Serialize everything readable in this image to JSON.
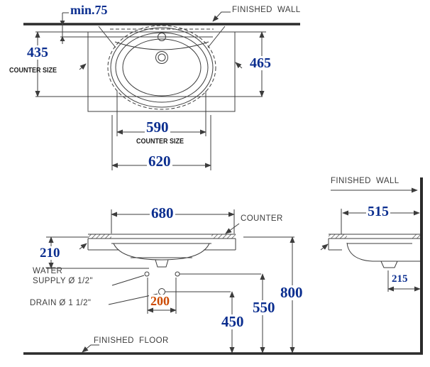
{
  "colors": {
    "dimension_text": "#0b2e8f",
    "highlight_dimension_text": "#cc4a00",
    "line": "#3c3c3c",
    "label_text": "#3d3d3d"
  },
  "top_view": {
    "min_wall_clearance": "min.75",
    "finished_wall_label": "FINISHED  WALL",
    "counter_depth": "435",
    "counter_depth_caption": "COUNTER SIZE",
    "overall_depth": "465",
    "counter_width": "590",
    "counter_width_caption": "COUNTER SIZE",
    "overall_width": "620"
  },
  "front_view": {
    "basin_width": "680",
    "counter_label": "COUNTER",
    "apron_depth": "210",
    "water_supply_line1": "WATER",
    "water_supply_line2": "SUPPLY Ø 1/2\"",
    "drain_label": "DRAIN Ø 1 1/2\"",
    "supply_spacing": "200",
    "drain_height": "450",
    "supply_height": "550",
    "counter_height": "800",
    "finished_floor_label": "FINISHED  FLOOR"
  },
  "side_view": {
    "finished_wall_label": "FINISHED  WALL",
    "counter_depth": "515",
    "drain_wall_offset": "215"
  }
}
